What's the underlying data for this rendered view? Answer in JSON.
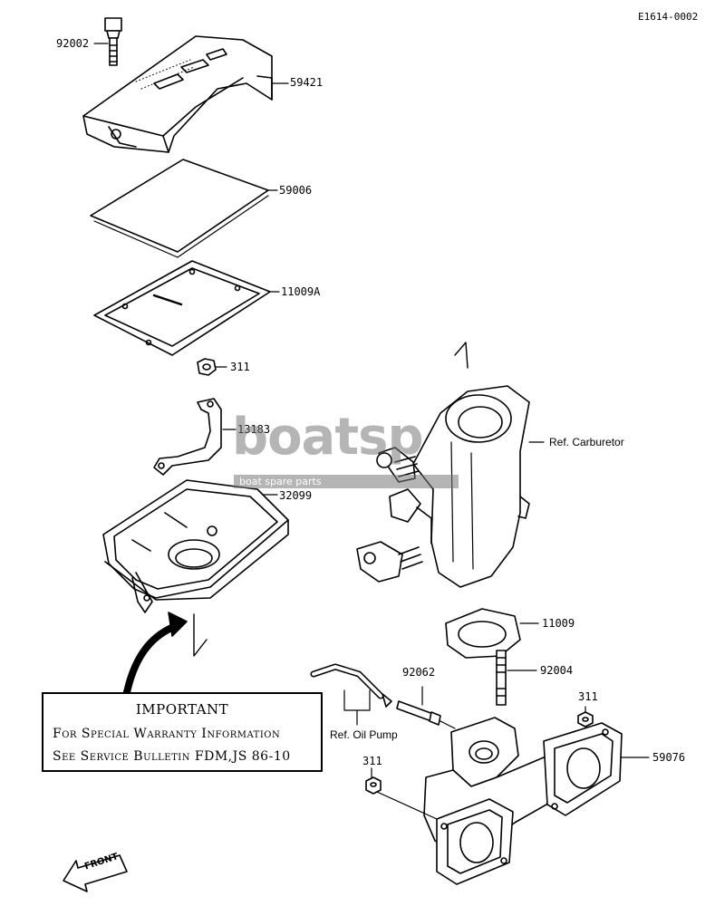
{
  "diagram_id": "E1614-0002",
  "parts": {
    "bolt": "92002",
    "cover": "59421",
    "filter": "59006",
    "gasket_a": "11009A",
    "nut_top": "311",
    "bracket": "13183",
    "case": "32099",
    "gasket_flange": "11009",
    "stud": "92004",
    "fitting": "92062",
    "nut_right": "311",
    "nut_left": "311",
    "manifold": "59076"
  },
  "references": {
    "carburetor": "Ref. Carburetor",
    "oil_pump": "Ref. Oil Pump"
  },
  "notice": {
    "title": "IMPORTANT",
    "line1": "For Special Warranty Information",
    "line2": "See Service Bulletin FDM,JS 86-10"
  },
  "front_arrow": "FRONT",
  "watermark": {
    "brand": "boatsp",
    "tagline": "boat spare parts"
  },
  "colors": {
    "ink": "#000000",
    "watermark": "#8a8a8a"
  }
}
